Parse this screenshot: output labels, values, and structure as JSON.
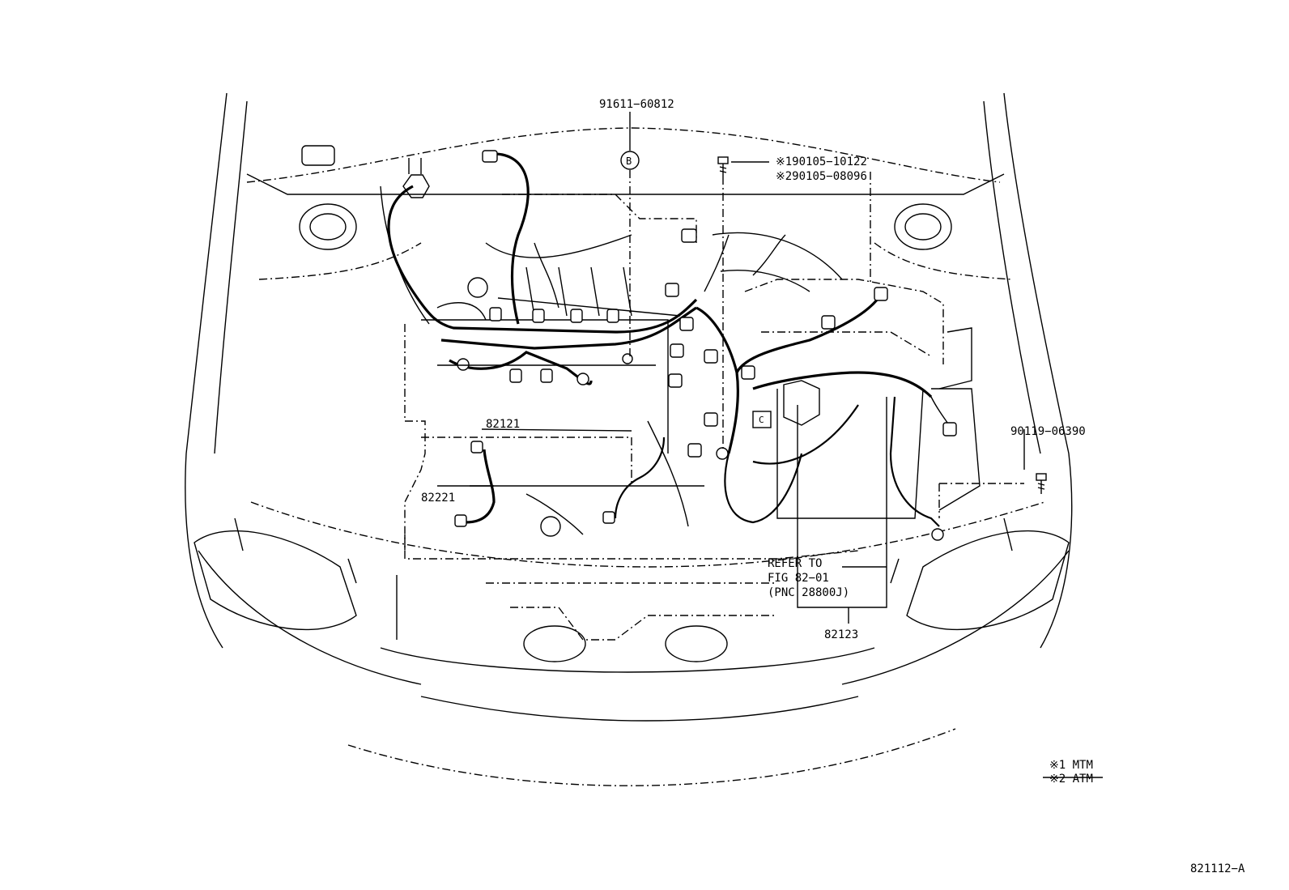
{
  "callouts": {
    "part_91611": "91611−60812",
    "circle_b": "B",
    "part_90105_1": "※190105−10122",
    "part_90105_2": "※290105−08096",
    "part_82121": "82121",
    "part_82221": "82221",
    "part_90119": "90119−06390",
    "refer_line1": "REFER TO",
    "refer_line2": "FIG 82−01",
    "refer_line3": "(PNC 28800J)",
    "part_82123": "82123"
  },
  "legend": {
    "note1": "※1 MTM",
    "note2": "※2 ATM"
  },
  "figure_id": "821112−A"
}
